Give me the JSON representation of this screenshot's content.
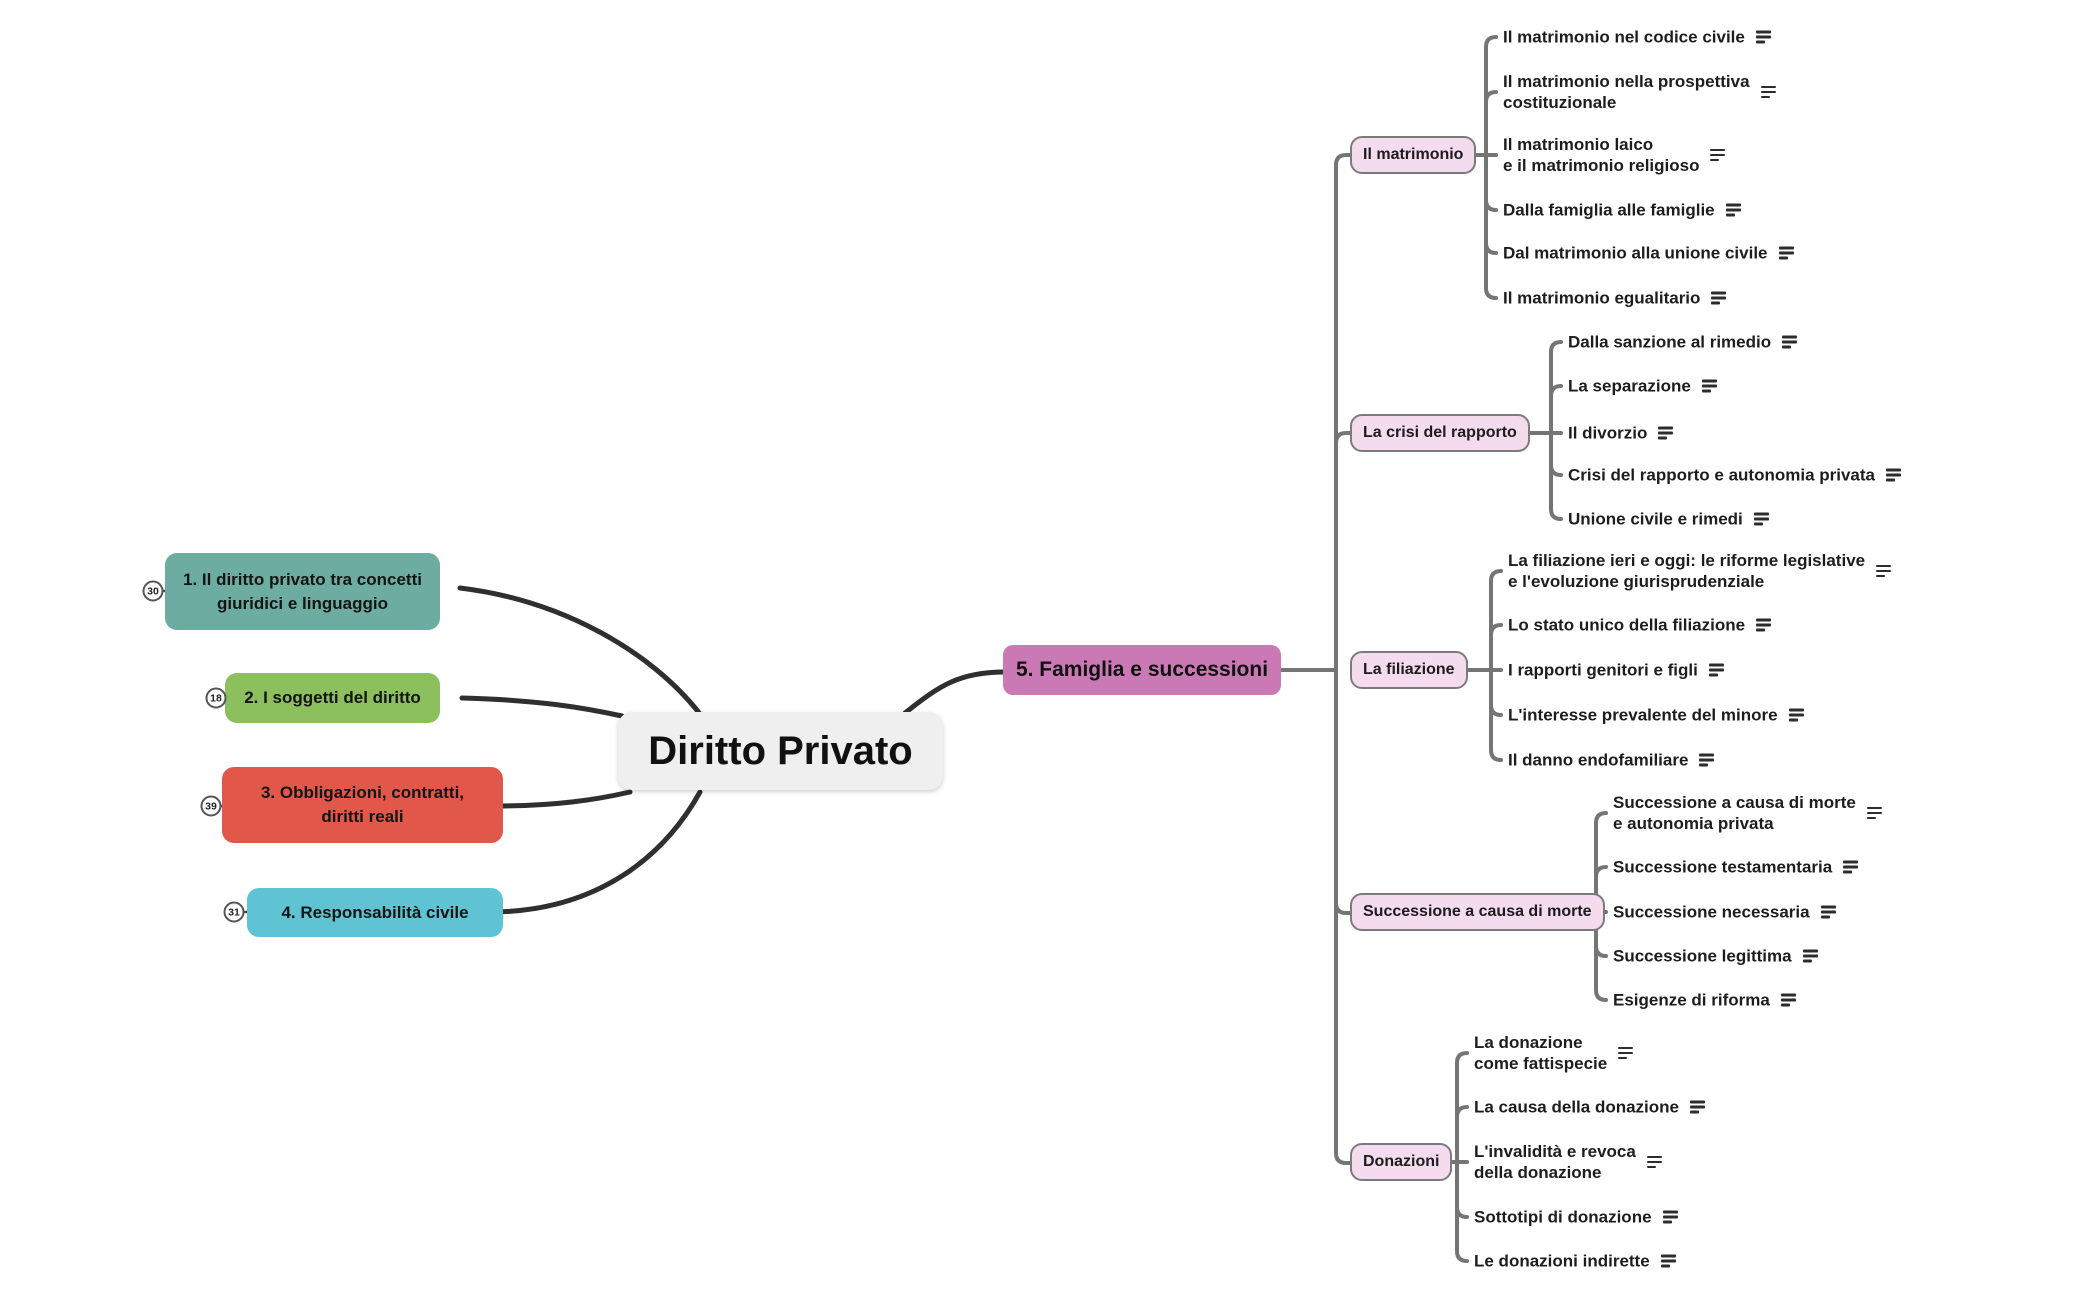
{
  "root": {
    "label": "Diritto Privato"
  },
  "left_branches": [
    {
      "label": "1. Il diritto privato tra concetti\ngiuridici e linguaggio",
      "badge": "30",
      "color": "#6dada1"
    },
    {
      "label": "2. I soggetti del diritto",
      "badge": "18",
      "color": "#8cc05e"
    },
    {
      "label": "3. Obbligazioni, contratti,\ndiritti reali",
      "badge": "39",
      "color": "#e1584a"
    },
    {
      "label": "4. Responsabilità civile",
      "badge": "31",
      "color": "#60c3d3"
    }
  ],
  "right_branch": {
    "label": "5. Famiglia e successioni",
    "color": "#cb79b5",
    "topics": [
      {
        "label": "Il matrimonio",
        "items": [
          "Il matrimonio nel codice civile",
          "Il matrimonio nella prospettiva\ncostituzionale",
          "Il matrimonio laico\ne il matrimonio religioso",
          "Dalla famiglia alle famiglie",
          "Dal matrimonio alla unione civile",
          "Il matrimonio egualitario"
        ]
      },
      {
        "label": "La crisi del rapporto",
        "items": [
          "Dalla sanzione al rimedio",
          "La separazione",
          "Il divorzio",
          "Crisi del rapporto e autonomia privata",
          "Unione civile e rimedi"
        ]
      },
      {
        "label": "La filiazione",
        "items": [
          "La filiazione ieri e oggi: le riforme legislative\ne l'evoluzione giurisprudenziale",
          "Lo stato unico della filiazione",
          "I rapporti genitori e figli",
          "L'interesse prevalente del minore",
          "Il danno endofamiliare"
        ]
      },
      {
        "label": "Successione a causa di morte",
        "items": [
          "Successione a causa di morte\ne autonomia privata",
          "Successione testamentaria",
          "Successione necessaria",
          "Successione legittima",
          "Esigenze di riforma"
        ]
      },
      {
        "label": "Donazioni",
        "items": [
          "La donazione\ncome fattispecie",
          "La causa della donazione",
          "L'invalidità e revoca\ndella donazione",
          "Sottotipi di donazione",
          "Le donazioni indirette"
        ]
      }
    ]
  },
  "colors": {
    "root_bg": "#efefef",
    "subtopic_bg": "#f5dbee",
    "subtopic_border": "#7b7b7b",
    "branch_line_dark": "#2f2f2f",
    "connector_gray": "#757575"
  },
  "icons": {
    "notes": "≡"
  }
}
